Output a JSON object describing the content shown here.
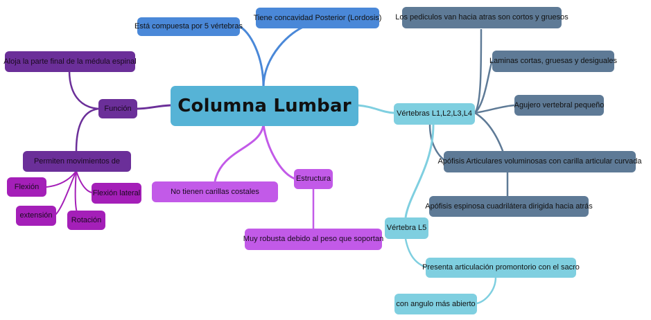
{
  "central": {
    "label": "Columna Lumbar"
  },
  "colors": {
    "central": "#56b3d6",
    "blue": "#4a88d8",
    "slate": "#5e7a96",
    "cyan": "#7fcfe0",
    "purple": "#6b2f99",
    "magenta": "#a41fb8",
    "violet": "#c25ae8"
  },
  "nodes": {
    "compuesta": "Está compuesta por 5 vértebras",
    "concavidad": "Tiene concavidad Posterior (Lordosis)",
    "funcion": "Función",
    "aloja": "Aloja la parte final de la médula espinal",
    "permiten": "Permiten movimientos de",
    "flexion": "Flexión",
    "flexion_lateral": "Flexión lateral",
    "extension": "extensión",
    "rotacion": "Rotación",
    "no_carillas": "No tienen carillas costales",
    "estructura": "Estructura",
    "robusta": "Muy robusta debido al peso que soportan",
    "vertebras_l1_l4": "Vértebras L1,L2,L3,L4",
    "pediculos": "Los pediculos van hacia atras son cortos y gruesos",
    "laminas": "Laminas cortas, gruesas y desiguales",
    "agujero": "Agujero vertebral pequeño",
    "apofisis_articulares": "Apófisis Articulares voluminosas con carilla articular curvada",
    "apofisis_espinosa": "Apófisis espinosa cuadrilátera dirigida hacia atrás",
    "vertebra_l5": "Vértebra L5",
    "promontorio": "Presenta articulación promontorio con el sacro",
    "angulo": "con angulo más abierto"
  }
}
